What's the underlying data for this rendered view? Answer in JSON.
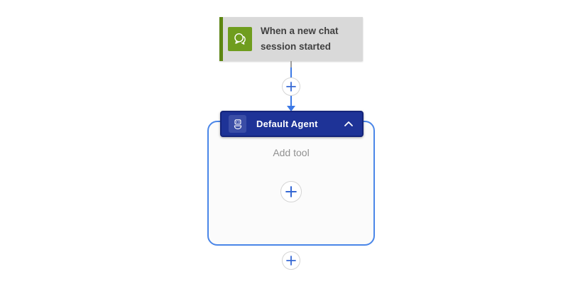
{
  "trigger": {
    "title": "When a new chat session started",
    "icon": "chat-bubbles-icon"
  },
  "agent": {
    "header_label": "Default Agent",
    "icon": "agent-robot-icon",
    "collapse_icon": "chevron-up-icon",
    "body_hint": "Add tool"
  },
  "connector": {
    "insert_icon": "plus-icon"
  },
  "theme": {
    "canvas-bg": "#ffffff",
    "trigger-bg": "#d9d9d9",
    "trigger-stripe": "#5d8612",
    "trigger-icon-bg": "#6f9d1e",
    "trigger-text": "#404040",
    "connector-gray": "#9e9e9e",
    "connector-blue": "#3c79e6",
    "plus-blue": "#3568d4",
    "plus-border": "#d4d4d4",
    "agent-header-bg": "#1e3397",
    "agent-header-border": "#14247a",
    "agent-icon-bg": "#3a4da6",
    "agent-header-text": "#ffffff",
    "container-border": "#4a86e8",
    "container-bg": "#fbfbfb",
    "hint-text": "#919191"
  }
}
